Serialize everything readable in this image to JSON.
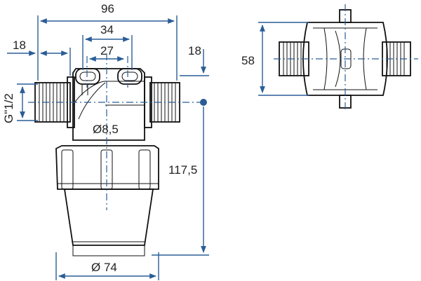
{
  "diagram": {
    "dimensions": {
      "overall_width": "96",
      "inlet_offset": "18",
      "bolt_span_outer": "34",
      "bolt_span_inner": "27",
      "outlet_offset": "18",
      "thread": "G\"1/2",
      "bore": "Ø8,5",
      "height": "117,5",
      "bowl_diameter": "Ø 74",
      "side_width": "58"
    },
    "colors": {
      "dimension": "#2a5d97",
      "outline": "#111111",
      "body_fill": "#ffffff"
    }
  }
}
